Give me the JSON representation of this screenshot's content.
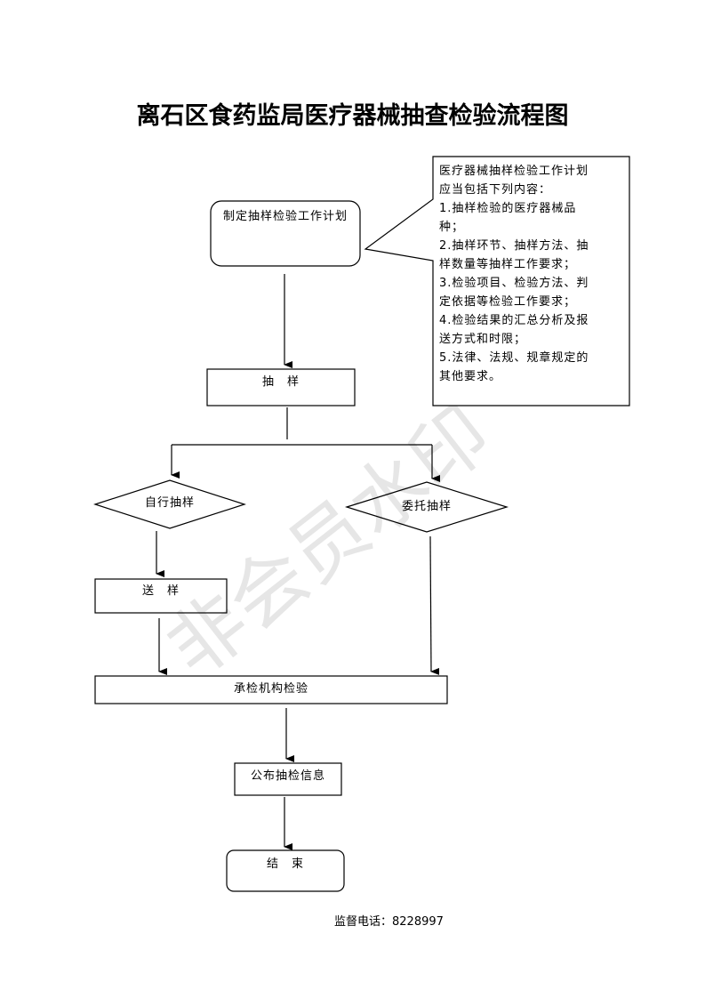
{
  "title": "离石区食药监局医疗器械抽查检验流程图",
  "nodes": {
    "plan": "制定抽样检验工作计划",
    "sampling": "抽　样",
    "self_sampling": "自行抽样",
    "entrusted_sampling": "委托抽样",
    "send_sample": "送　样",
    "inspection": "承检机构检验",
    "publish": "公布抽检信息",
    "end": "结　束"
  },
  "note": {
    "lines": [
      "医疗器械抽样检验工作计划",
      "应当包括下列内容：",
      "1.抽样检验的医疗器械品",
      "种；",
      "2.抽样环节、抽样方法、抽",
      "样数量等抽样工作要求；",
      "3.检验项目、检验方法、判",
      "定依据等检验工作要求；",
      "4.检验结果的汇总分析及报",
      "送方式和时限；",
      "5.法律、法规、规章规定的",
      "其他要求。"
    ]
  },
  "footer": "监督电话：8228997",
  "watermark": "非会员水印"
}
